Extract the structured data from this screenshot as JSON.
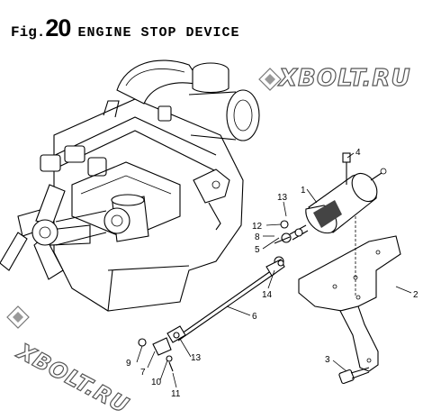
{
  "figure": {
    "prefix": "Fig.",
    "number": "20",
    "title": "ENGINE STOP DEVICE"
  },
  "watermarks": [
    "XBOLT.RU",
    "XBOLT.RU"
  ],
  "callouts": [
    {
      "id": "1",
      "label": "1"
    },
    {
      "id": "2",
      "label": "2"
    },
    {
      "id": "3",
      "label": "3"
    },
    {
      "id": "4",
      "label": "4"
    },
    {
      "id": "5",
      "label": "5"
    },
    {
      "id": "6",
      "label": "6"
    },
    {
      "id": "7",
      "label": "7"
    },
    {
      "id": "8",
      "label": "8"
    },
    {
      "id": "9",
      "label": "9"
    },
    {
      "id": "10",
      "label": "10"
    },
    {
      "id": "11",
      "label": "11"
    },
    {
      "id": "12",
      "label": "12"
    },
    {
      "id": "13a",
      "label": "13"
    },
    {
      "id": "13b",
      "label": "13"
    },
    {
      "id": "14",
      "label": "14"
    }
  ]
}
